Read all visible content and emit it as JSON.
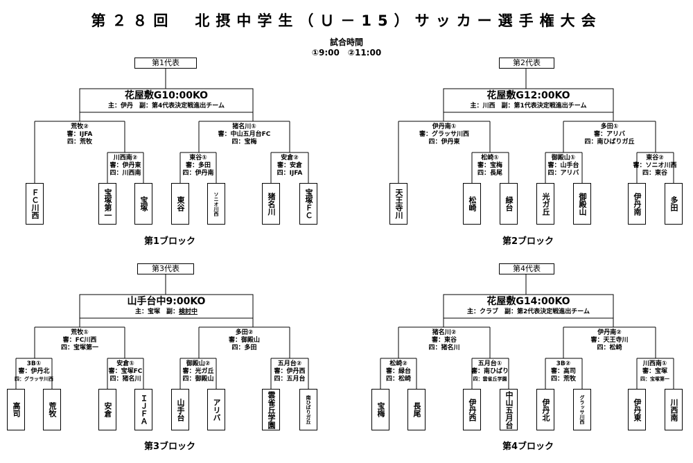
{
  "title": "第２８回　北摂中学生（Ｕ－15）サッカー選手権大会",
  "schedule": {
    "label": "試合時間",
    "times": "①9:00　②11:00"
  },
  "blocks": [
    {
      "rep": "第1代表",
      "venue": "花屋敷G10:00KO",
      "officials": "主：伊丹　副：第4代表決定戦進出チーム",
      "left": {
        "head": [
          "荒牧②",
          "審：IJFA",
          "四：荒牧"
        ]
      },
      "leftSub": {
        "head": [
          "川西南②",
          "審：伊丹東",
          "四：川西南"
        ]
      },
      "rightTop": {
        "head": [
          "猪名川①",
          "審：中山五月台FC",
          "四：宝梅"
        ]
      },
      "rl": {
        "head": [
          "東谷①",
          "審：多田",
          "四：伊丹南"
        ]
      },
      "rr": {
        "head": [
          "安倉②",
          "審：安倉",
          "四：IJFA"
        ]
      },
      "teams": [
        "ＦＣ川西",
        "宝塚第一",
        "宝塚",
        "東谷",
        "ソニオ川西",
        "猪名川",
        "宝塚ＦＣ"
      ],
      "label": "第1ブロック"
    },
    {
      "rep": "第2代表",
      "venue": "花屋敷G12:00KO",
      "officials": "主：川西　副：第1代表決定戦進出チーム",
      "left": {
        "head": [
          "伊丹南①",
          "審：グラッサ川西",
          "四：伊丹東"
        ]
      },
      "leftSub": {
        "head": [
          "松崎①",
          "審：宝梅",
          "四：長尾"
        ]
      },
      "rightTop": {
        "head": [
          "多田①",
          "審：アリバ",
          "四：南ひばりガ丘"
        ]
      },
      "rl": {
        "head": [
          "御殿山①",
          "審：山手台",
          "四：アリバ"
        ]
      },
      "rr": {
        "head": [
          "東谷②",
          "審：ソニオ川西",
          "四：東谷"
        ]
      },
      "teams": [
        "天王寺川",
        "松崎",
        "緑台",
        "光ガ丘",
        "御殿山",
        "伊丹南",
        "多田"
      ],
      "label": "第2ブロック"
    },
    {
      "rep": "第3代表",
      "venue": "山手台中9:00KO",
      "officials": "主：宝塚　副：",
      "officials_u": "検討中",
      "left": {
        "head": [
          "荒牧①",
          "審：FC川西",
          "四：宝塚第一"
        ]
      },
      "leftSub0": {
        "head": [
          "3B①",
          "審：伊丹北",
          "四：グラッサ川西"
        ]
      },
      "leftSub": {
        "head": [
          "安倉①",
          "審：宝塚FC",
          "四：猪名川"
        ]
      },
      "rightTop": {
        "head": [
          "多田②",
          "審：御殿山",
          "四：多田"
        ]
      },
      "rl": {
        "head": [
          "御殿山②",
          "審：光ガ丘",
          "四：御殿山"
        ]
      },
      "rr": {
        "head": [
          "五月台②",
          "審：伊丹西",
          "四：五月台"
        ]
      },
      "teams": [
        "高司",
        "荒牧",
        "安倉",
        "ＩＪＦＡ",
        "山手台",
        "アリバ",
        "雲雀丘学園",
        "南ひばりガ丘"
      ],
      "label": "第3ブロック"
    },
    {
      "rep": "第4代表",
      "venue": "花屋敷G14:00KO",
      "officials": "主：クラブ　副：第2代表決定戦進出チーム",
      "left": {
        "head": [
          "猪名川②",
          "審：東谷",
          "四：猪名川"
        ]
      },
      "leftSub0": {
        "head": [
          "松崎②",
          "審：緑台",
          "四：松崎"
        ]
      },
      "leftSub": {
        "head": [
          "五月台①",
          "審：南ひばり",
          "四：雲雀丘学園"
        ]
      },
      "rightTop": {
        "head": [
          "伊丹南②",
          "審：天王寺川",
          "四：松崎"
        ]
      },
      "rl": {
        "head": [
          "3B②",
          "審：高司",
          "四：荒牧"
        ]
      },
      "rr": {
        "head": [
          "川西南①",
          "審：宝塚",
          "四：宝塚第一"
        ]
      },
      "teams": [
        "宝梅",
        "長尾",
        "伊丹西",
        "中山五月台",
        "伊丹北",
        "グラッサ川西",
        "伊丹東",
        "川西南"
      ],
      "label": "第4ブロック"
    }
  ]
}
